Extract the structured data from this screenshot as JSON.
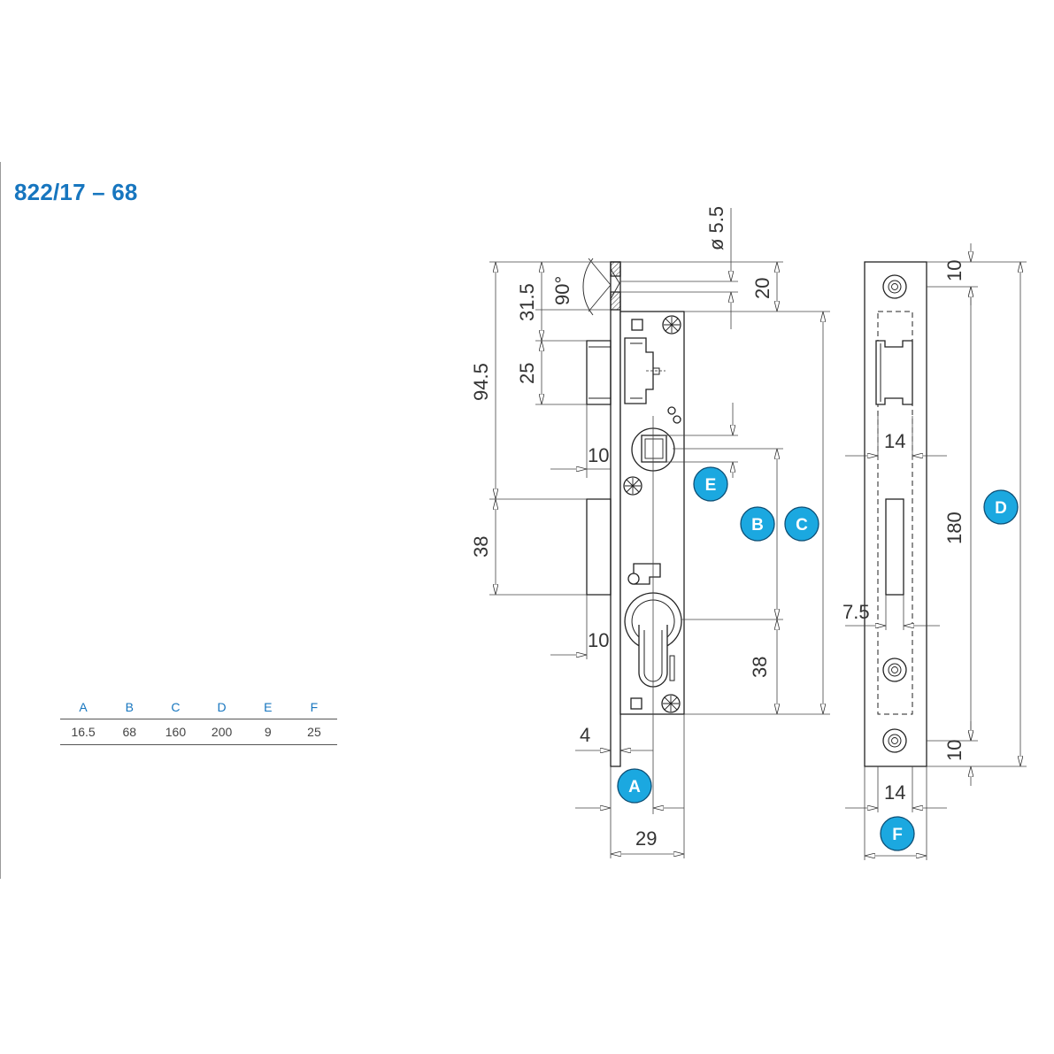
{
  "title": "822/17 – 68",
  "table": {
    "headers": [
      "A",
      "B",
      "C",
      "D",
      "E",
      "F"
    ],
    "values": [
      "16.5",
      "68",
      "160",
      "200",
      "9",
      "25"
    ]
  },
  "dims": {
    "d_hole": "ø 5.5",
    "d20": "20",
    "d31_5": "31.5",
    "d90": "90°",
    "d94_5": "94.5",
    "d25": "25",
    "d10_upper": "10",
    "d38_left": "38",
    "d10_lower": "10",
    "d38_center": "38",
    "d4": "4",
    "d29": "29",
    "d10_top_strike": "10",
    "d14_upper": "14",
    "d180": "180",
    "d7_5": "7.5",
    "d10_bottom_strike": "10",
    "d14_lower": "14"
  },
  "markers": {
    "A": "A",
    "B": "B",
    "C": "C",
    "D": "D",
    "E": "E",
    "F": "F"
  },
  "colors": {
    "accent": "#1776bf",
    "marker_fill": "#1ba8e0",
    "line": "#222222",
    "dim_line": "#444444"
  }
}
